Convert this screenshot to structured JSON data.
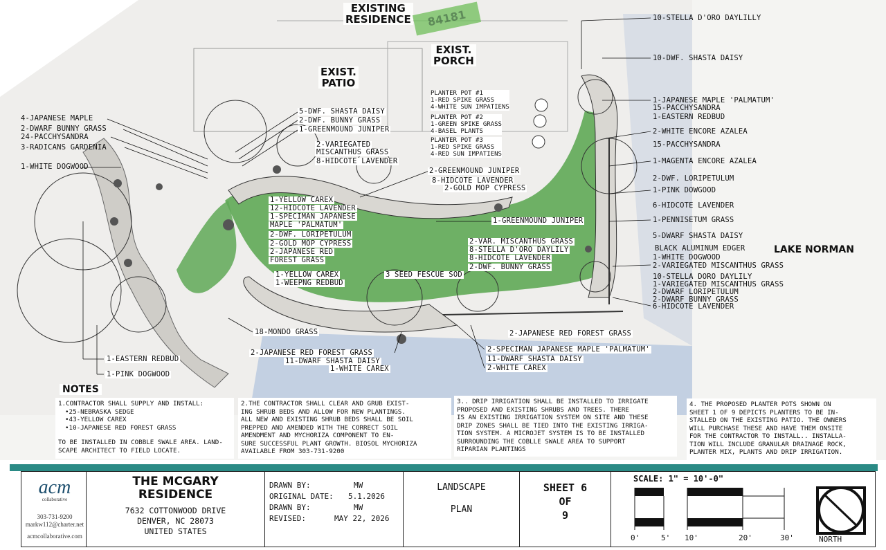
{
  "plan": {
    "existing_residence": "EXISTING\nRESIDENCE",
    "exist_patio": "EXIST.\nPATIO",
    "exist_porch": "EXIST.\nPORCH",
    "stamp": "84181",
    "lake": "LAKE NORMAN",
    "colors": {
      "lawn": "#5fa857",
      "bed": "#d9d7d2",
      "water": "#b8c8e0"
    },
    "labels": [
      "4-JAPANESE MAPLE",
      "2-DWARF BUNNY GRASS",
      "24-PACCHYSANDRA",
      "3-RADICANS GARDENIA",
      "1-WHITE DOGWOOD",
      "5-DWF. SHASTA DAISY",
      "2-DWF. BUNNY GRASS",
      "1-GREENMOUND JUNIPER",
      "2-VARIEGATED",
      "MISCANTHUS GRASS",
      "8-HIDCOTE LAVENDER",
      "2-GREENMOUND JUNIPER",
      "8-HIDCOTE LAVENDER",
      "2-GOLD MOP CYPRESS",
      "1-YELLOW CAREX",
      "12-HIDCOTE LAVENDER",
      "1-SPECIMAN JAPANESE",
      "MAPLE 'PALMATUM'",
      "2-DWF. LORIPETULUM",
      "2-GOLD MOP CYPRESS",
      "2-JAPANESE RED",
      "FOREST GRASS",
      "1-GREENMOUND JUNIPER",
      "2-VAR. MISCANTHUS GRASS",
      "8-STELLA D'ORO DAYLILY",
      "8-HIDCOTE LAVENDER",
      "2-DWF. BUNNY GRASS",
      "1-YELLOW CAREX",
      "1-WEEPNG REDBUD",
      "3 SEED FESCUE SOD",
      "18-MONDO GRASS",
      "2-JAPANESE RED FOREST GRASS",
      "11-DWARF SHASTA DAISY",
      "1-WHITE CAREX",
      "1-EASTERN REDBUD",
      "1-PINK DOGWOOD",
      "2-JAPANESE RED FOREST GRASS",
      "2-SPECIMAN JAPANESE MAPLE 'PALMATUM'",
      "11-DWARF SHASTA DAISY",
      "2-WHITE CAREX",
      "10-STELLA D'ORO DAYLILLY",
      "10-DWF. SHASTA DAISY",
      "1-JAPANESE MAPLE 'PALMATUM'",
      "15-PACCHYSANDRA",
      "1-EASTERN REDBUD",
      "2-WHITE ENCORE AZALEA",
      "15-PACCHYSANDRA",
      "1-MAGENTA ENCORE AZALEA",
      "2-DWF. LORIPETULUM",
      "1-PINK DOWGOOD",
      "6-HIDCOTE LAVENDER",
      "1-PENNISETUM GRASS",
      "5-DWARF SHASTA DAISY",
      "BLACK ALUMINUM EDGER",
      "1-WHITE DOGWOOD",
      "2-VARIEGATED MISCANTHUS GRASS",
      "10-STELLA DORO DAYLILY",
      "1-VARIEGATED MISCANTHUS GRASS",
      "2-DWARF LORIPETULUM",
      "2-DWARF BUNNY GRASS",
      "6-HIDCOTE LAVENDER"
    ],
    "planters": [
      [
        "PLANTER POT #1",
        "1-RED SPIKE GRASS",
        "4-WHITE SUN IMPATIENS"
      ],
      [
        "PLANTER POT #2",
        "1-GREEN SPIKE GRASS",
        "4-BASEL PLANTS"
      ],
      [
        "PLANTER POT #3",
        "1-RED SPIKE GRASS",
        "4-RED SUN IMPATIENS"
      ]
    ]
  },
  "notes": {
    "title": "NOTES",
    "n1": [
      "1.CONTRACTOR SHALL SUPPLY AND INSTALL:",
      "•25-NEBRASKA SEDGE",
      "•43-YELLOW CAREX",
      "•10-JAPANESE RED FOREST GRASS",
      "TO BE INSTALLED IN COBBLE SWALE AREA. LAND-",
      "SCAPE ARCHITECT TO FIELD LOCATE."
    ],
    "n2": [
      "2.THE CONTRACTOR SHALL CLEAR AND GRUB EXIST-",
      "ING SHRUB BEDS AND ALLOW FOR NEW PLANTINGS.",
      "ALL NEW AND EXISTING SHRUB BEDS SHALL BE SOIL",
      "PREPPED AND AMENDED WITH THE CORRECT SOIL",
      "AMENDMENT AND MYCHORIZA COMPONENT TO EN-",
      "SURE SUCCESSFUL PLANT GROWTH. BIOSOL MYCHORIZA",
      "AVAILABLE FROM 303-731-9200"
    ],
    "n3": [
      "3.. DRIP IRRIGATION SHALL BE INSTALLED TO IRRIGATE",
      "PROPOSED AND EXISTING SHRUBS AND TREES. THERE",
      "IS AN EXISTING IRRIGATION SYSTEM ON SITE AND THESE",
      "DRIP ZONES SHALL BE TIED INTO THE EXISTING IRRIGA-",
      "TION SYSTEM. A MICROJET SYSTEM IS TO BE INSTALLED",
      "SURROUNDING THE COBLLE SWALE AREA TO SUPPORT",
      "RIPARIAN PLANTINGS"
    ],
    "n4": [
      "4. THE PROPOSED PLANTER POTS SHOWN ON",
      "SHEET 1 OF 9 DEPICTS PLANTERS TO BE IN-",
      "STALLED ON THE EXISTING PATIO. THE OWNERS",
      "WILL PURCHASE THESE AND HAVE THEM ONSITE",
      "FOR THE CONTRACTOR TO INSTALL.. INSTALLA-",
      "TION WILL INCLUDE GRANULAR DRAINAGE ROCK,",
      "PLANTER MIX, PLANTS AND DRIP IRRIGATION."
    ]
  },
  "titleblock": {
    "logo": "acm",
    "logo_sub": "collaborative",
    "phone": "303-731-9200",
    "email": "markw112@charter.net",
    "web": "acmcollaborative.com",
    "project_1": "THE MCGARY",
    "project_2": "RESIDENCE",
    "addr_1": "7632 COTTONWOOD DRIVE",
    "addr_2": "DENVER, NC 28073",
    "addr_3": "UNITED STATES",
    "drawn_by_label": "DRAWN BY:",
    "drawn_by": "MW",
    "orig_date_label": "ORIGINAL DATE:",
    "orig_date": "5.1.2026",
    "drawn_by2_label": "DRAWN BY:",
    "drawn_by2": "MW",
    "revised_label": "REVISED:",
    "revised": "MAY 22, 2026",
    "sheet_type_1": "LANDSCAPE",
    "sheet_type_2": "PLAN",
    "sheet_1": "SHEET 6",
    "sheet_2": "OF",
    "sheet_3": "9",
    "scale": "SCALE: 1\" = 10'-0\"",
    "scale_ticks": [
      "0'",
      "5'",
      "10'",
      "20'",
      "30'"
    ],
    "north": "NORTH"
  }
}
